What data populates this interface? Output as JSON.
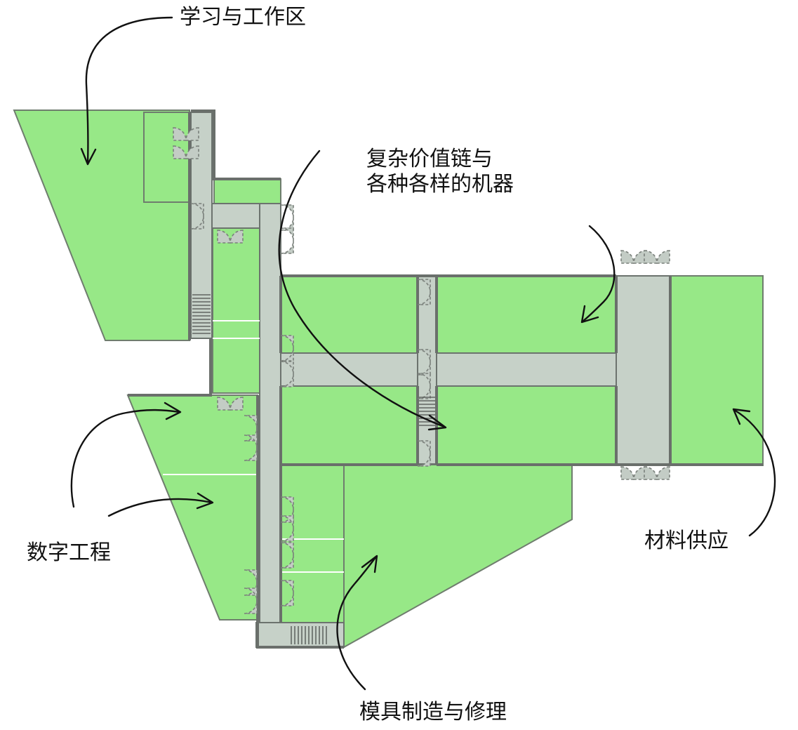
{
  "labels": {
    "study_work": "学习与工作区",
    "value_chain_line1": "复杂价值链与",
    "value_chain_line2": "各种各样的机器",
    "digital_engineering": "数字工程",
    "material_supply": "材料供应",
    "mold_making": "模具制造与修理"
  },
  "colors": {
    "room": "#97e887",
    "corridor": "#c6d1c8",
    "wall": "#6a6f6b",
    "ink": "#111111"
  }
}
